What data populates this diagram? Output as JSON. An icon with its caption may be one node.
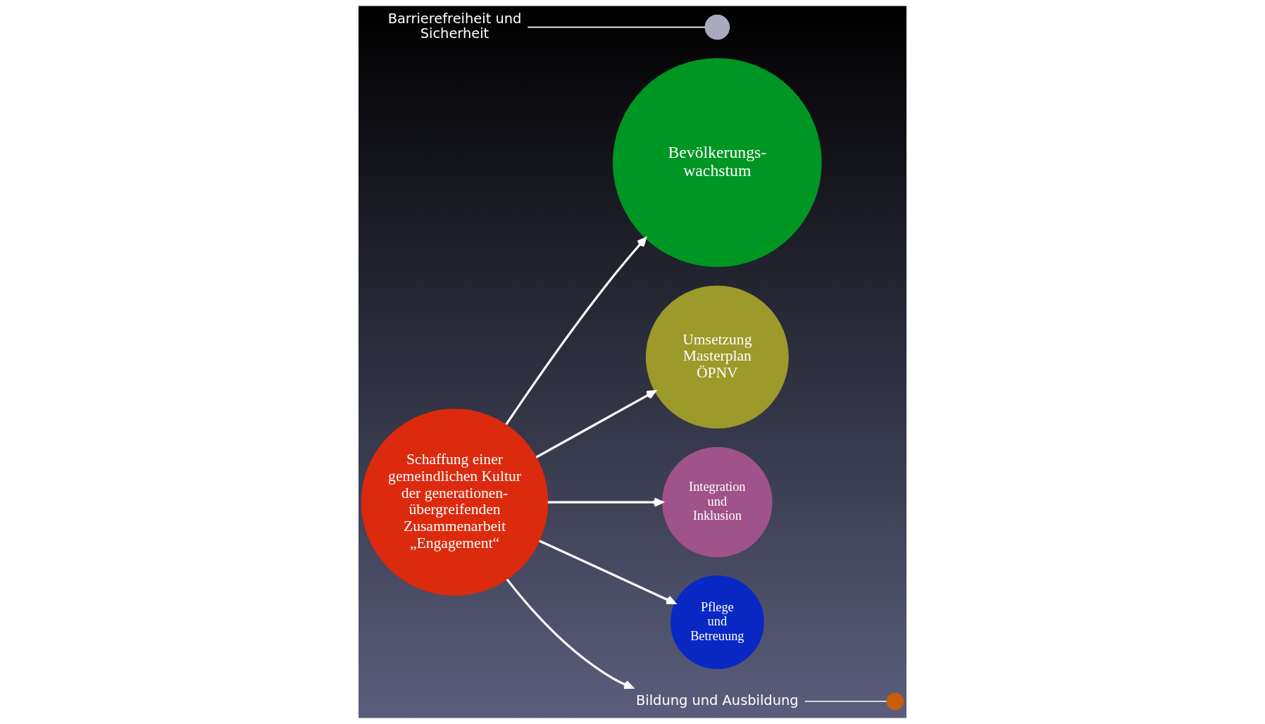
{
  "diagram": {
    "nodes": [
      {
        "text": [
          "Schaffung einer gemeindlichen Kultur der generationen- übergreifenden Zusammenarbeit",
          "„Engagement“"
        ]
      },
      {
        "text": [
          "Bevölkerungs- wachstum"
        ]
      },
      {
        "text": [
          "Umsetzung Masterplan ÖPNV"
        ]
      },
      {
        "text": [
          "Integration und Inklusion"
        ]
      },
      {
        "text": [
          "Pflege und Betreuung"
        ]
      },
      {
        "text": [],
        "shape": "circle"
      },
      {
        "text": [
          "Bildung und Ausbildung"
        ]
      },
      {
        "text": [],
        "shape": "circle"
      },
      {
        "text": [
          "Barrierefreiheit und Sicherheit"
        ]
      }
    ],
    "edges": [
      {
        "from": 0,
        "to": 1,
        "arrow": "to"
      },
      {
        "from": 0,
        "to": 6,
        "arrow": "to"
      },
      {
        "from": 0,
        "to": 4,
        "arrow": "to"
      },
      {
        "from": 0,
        "to": 3,
        "arrow": "to"
      },
      {
        "from": 0,
        "to": 2,
        "arrow": "to"
      },
      {
        "from": 6,
        "to": 5,
        "arrow": "none"
      },
      {
        "from": 8,
        "to": 7,
        "arrow": "none"
      }
    ]
  }
}
